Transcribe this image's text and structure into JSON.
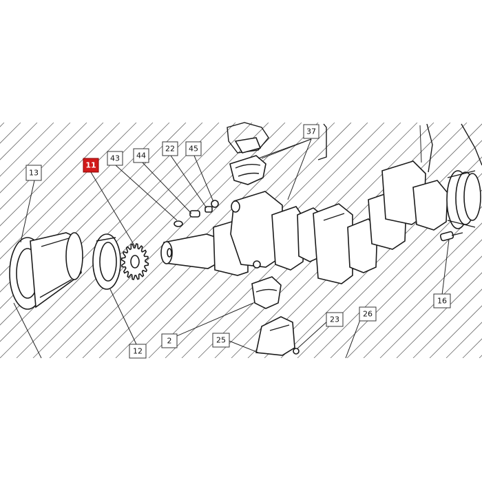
{
  "diagram": {
    "highlight_color": "#d11a1a",
    "callouts": [
      {
        "id": "callout-13",
        "label": "13",
        "active": false
      },
      {
        "id": "callout-11",
        "label": "11",
        "active": true
      },
      {
        "id": "callout-43",
        "label": "43",
        "active": false
      },
      {
        "id": "callout-44",
        "label": "44",
        "active": false
      },
      {
        "id": "callout-22",
        "label": "22",
        "active": false
      },
      {
        "id": "callout-45",
        "label": "45",
        "active": false
      },
      {
        "id": "callout-37",
        "label": "37",
        "active": false
      },
      {
        "id": "callout-16",
        "label": "16",
        "active": false
      },
      {
        "id": "callout-23",
        "label": "23",
        "active": false
      },
      {
        "id": "callout-26",
        "label": "26",
        "active": false
      },
      {
        "id": "callout-2",
        "label": "2",
        "active": false
      },
      {
        "id": "callout-25",
        "label": "25",
        "active": false
      },
      {
        "id": "callout-12",
        "label": "12",
        "active": false
      }
    ]
  }
}
